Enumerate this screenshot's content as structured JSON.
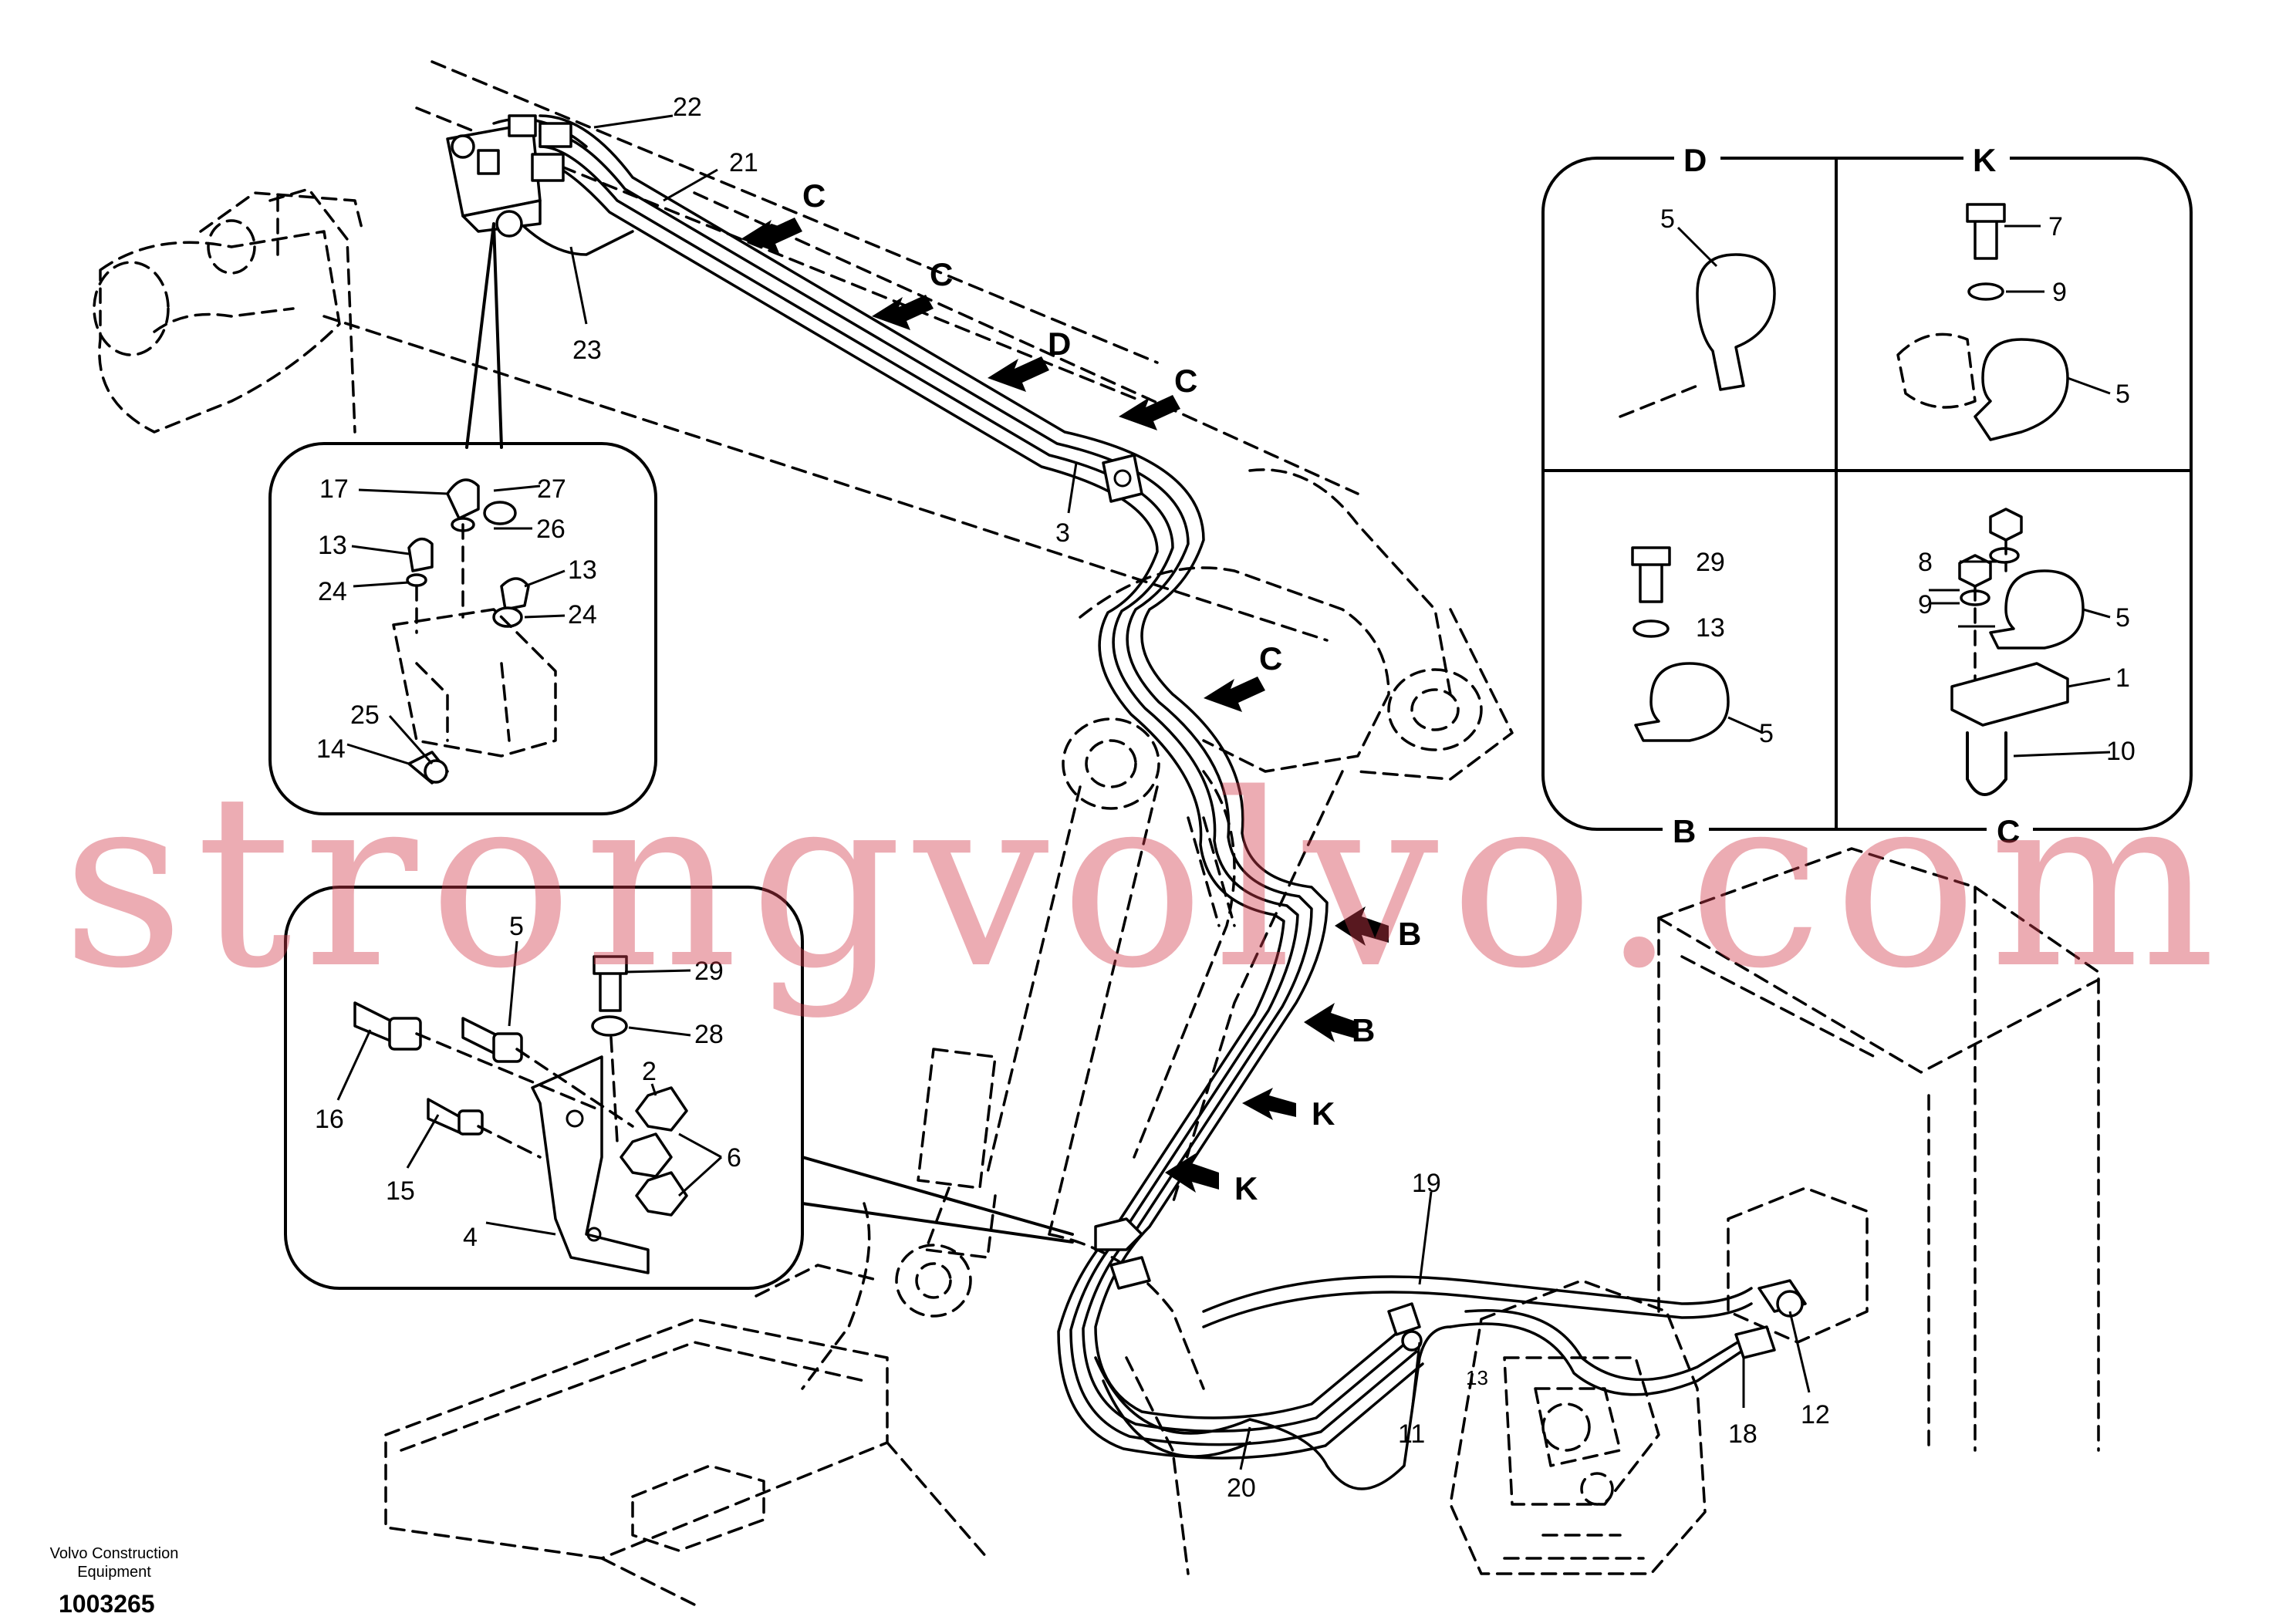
{
  "diagram": {
    "callouts": [
      "1",
      "2",
      "3",
      "4",
      "5",
      "6",
      "7",
      "8",
      "9",
      "10",
      "11",
      "12",
      "13",
      "14",
      "15",
      "16",
      "17",
      "18",
      "19",
      "20",
      "21",
      "22",
      "23",
      "24",
      "25",
      "26",
      "27",
      "28",
      "29"
    ],
    "view_labels": {
      "b": "B",
      "c": "C",
      "d": "D",
      "k": "K"
    },
    "watermark": "strongvolvo.com",
    "footer": {
      "company_line1": "Volvo Construction",
      "company_line2": "Equipment",
      "drawing_number": "1003265"
    }
  }
}
